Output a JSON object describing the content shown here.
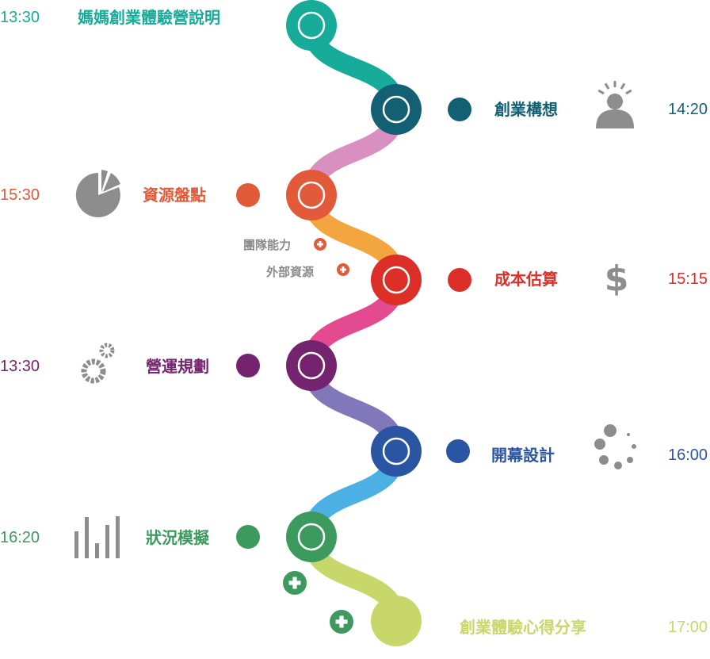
{
  "colors": {
    "icon": "#8d8d8d"
  },
  "steps": [
    {
      "time": "13:30",
      "label": "媽媽創業體驗營說明",
      "color": "#17ab9a",
      "side": "left"
    },
    {
      "time": "14:20",
      "label": "創業構想",
      "color": "#135f74",
      "side": "right",
      "icon": "person-idea-icon"
    },
    {
      "time": "15:30",
      "label": "資源盤點",
      "color": "#e25a3a",
      "side": "left",
      "icon": "pie-chart-icon"
    },
    {
      "time": "15:15",
      "label": "成本估算",
      "color": "#dc2f27",
      "side": "right",
      "icon": "dollar-icon"
    },
    {
      "time": "13:30",
      "label": "營運規劃",
      "color": "#74236e",
      "side": "left",
      "icon": "gears-icon"
    },
    {
      "time": "16:00",
      "label": "開幕設計",
      "color": "#2a55a2",
      "side": "right",
      "icon": "loading-icon"
    },
    {
      "time": "16:20",
      "label": "狀況模擬",
      "color": "#3d9a5f",
      "side": "left",
      "icon": "bar-chart-icon"
    },
    {
      "time": "17:00",
      "label": "創業體驗心得分享",
      "color": "#c7d76a",
      "side": "right"
    }
  ],
  "subitems": [
    {
      "label": "團隊能力"
    },
    {
      "label": "外部資源"
    }
  ]
}
